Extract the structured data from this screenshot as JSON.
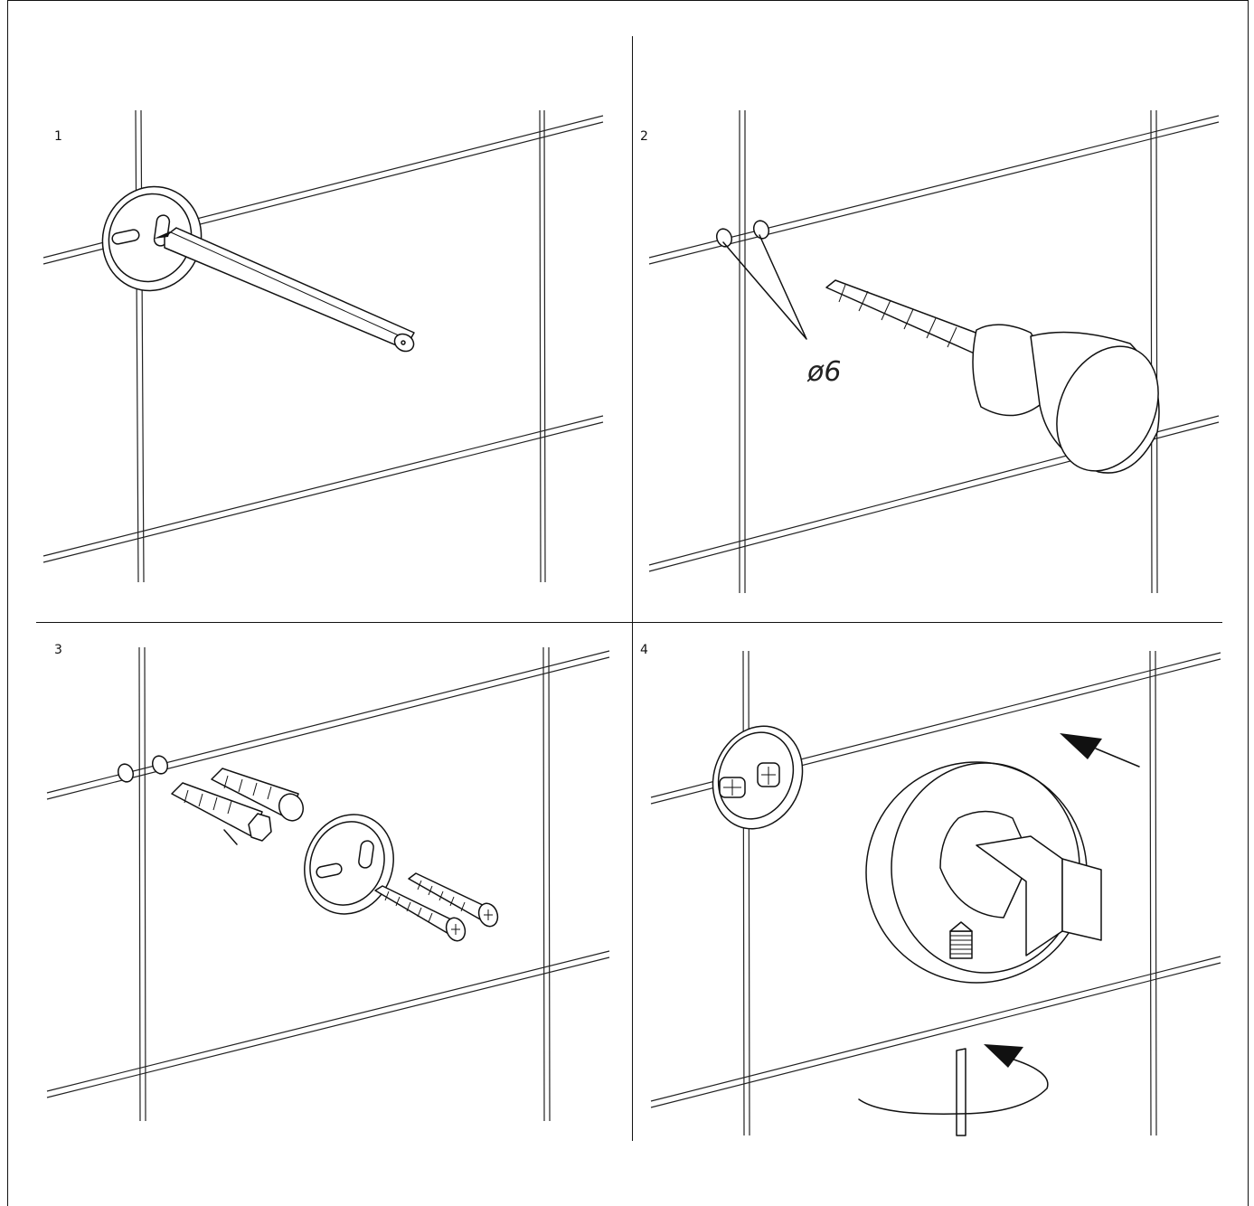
{
  "figure": {
    "steps": [
      {
        "number": "1"
      },
      {
        "number": "2",
        "annotation": "ø6"
      },
      {
        "number": "3"
      },
      {
        "number": "4"
      }
    ]
  },
  "colors": {
    "line": "#111111",
    "background": "#ffffff"
  }
}
